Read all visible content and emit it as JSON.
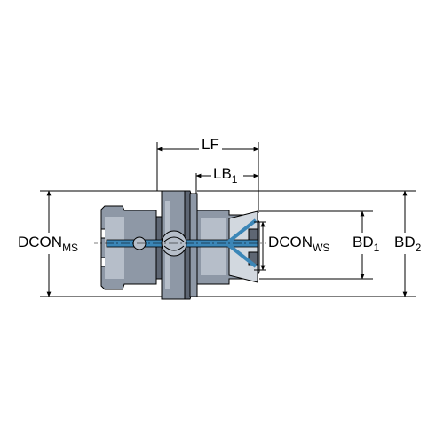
{
  "dimensions": {
    "lf": {
      "main": "LF",
      "sub": ""
    },
    "lb1": {
      "main": "LB",
      "sub": "1"
    },
    "dcon_ms": {
      "main": "DCON",
      "sub": "MS"
    },
    "dcon_ws": {
      "main": "DCON",
      "sub": "WS"
    },
    "bd1": {
      "main": "BD",
      "sub": "1"
    },
    "bd2": {
      "main": "BD",
      "sub": "2"
    }
  },
  "colors": {
    "body": "#8e98a6",
    "body_light": "#b6bec9",
    "body_dark": "#5e6673",
    "coolant": "#3b86b7",
    "line": "#000000"
  }
}
